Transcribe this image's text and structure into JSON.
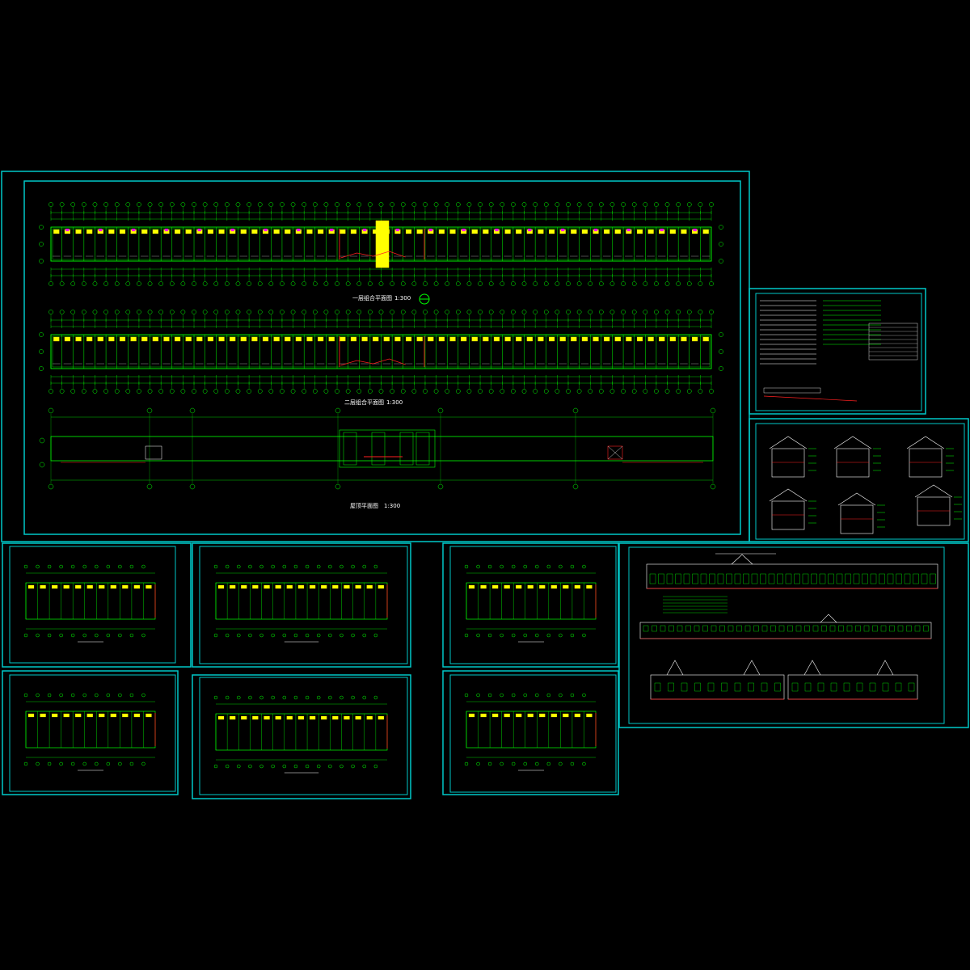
{
  "title_labels": {
    "plan1_title": "一层组合平面图",
    "plan1_scale": "1:300",
    "plan2_title": "二层组合平面图",
    "plan2_scale": "1:300",
    "roof_title": "屋顶平面图",
    "roof_scale": "1:300"
  },
  "colors": {
    "background": "#000000",
    "frame": "#00c8c8",
    "lines": "#00ff00",
    "highlight": "#ffff00",
    "accent_red": "#ff2020",
    "accent_magenta": "#ff00ff",
    "text": "#ffffff"
  }
}
